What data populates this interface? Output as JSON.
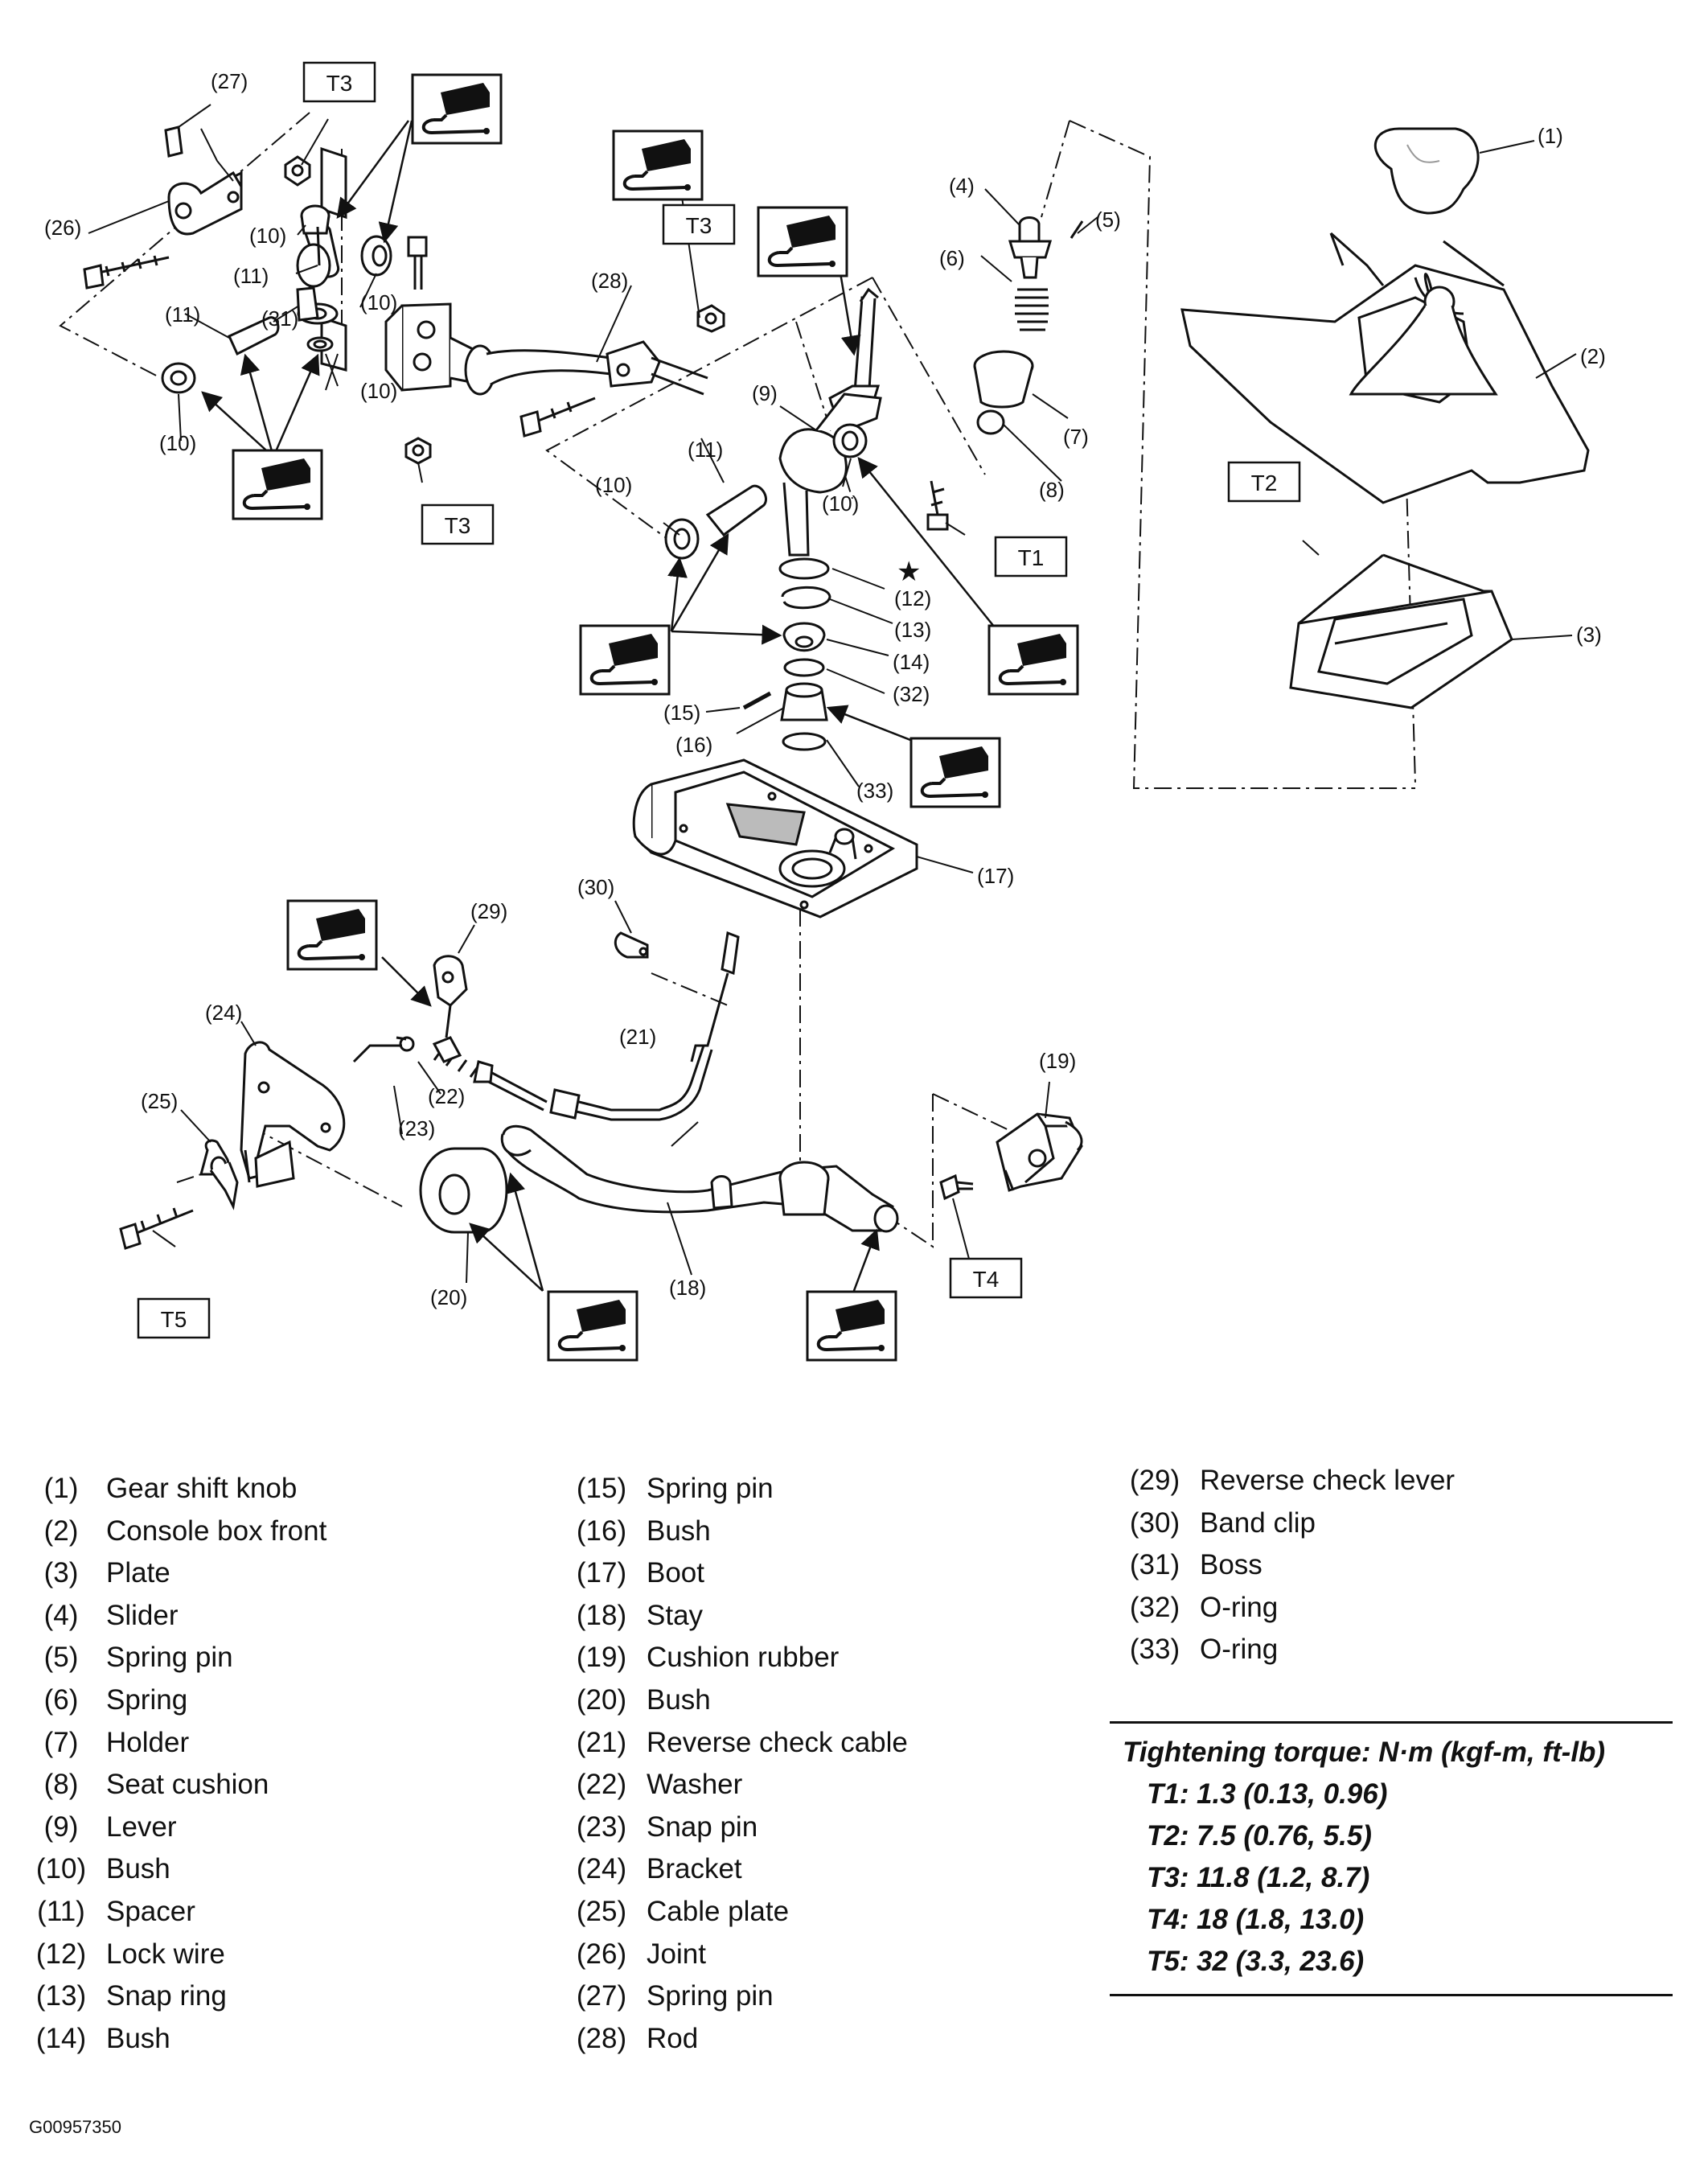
{
  "figure_code": "G00957350",
  "lube_icon_count_label": "",
  "callouts": {
    "c1": "(1)",
    "c2": "(2)",
    "c3": "(3)",
    "c4": "(4)",
    "c5": "(5)",
    "c6": "(6)",
    "c7": "(7)",
    "c8": "(8)",
    "c9": "(9)",
    "c10a": "(10)",
    "c10b": "(10)",
    "c10c": "(10)",
    "c10d": "(10)",
    "c10e": "(10)",
    "c10f": "(10)",
    "c11a": "(11)",
    "c11b": "(11)",
    "c11c": "(11)",
    "c12": "(12)",
    "c13": "(13)",
    "c14": "(14)",
    "c15": "(15)",
    "c16": "(16)",
    "c17": "(17)",
    "c18": "(18)",
    "c19": "(19)",
    "c20": "(20)",
    "c21": "(21)",
    "c22": "(22)",
    "c23": "(23)",
    "c24": "(24)",
    "c25": "(25)",
    "c26": "(26)",
    "c27": "(27)",
    "c28": "(28)",
    "c29": "(29)",
    "c30": "(30)",
    "c31": "(31)",
    "c32": "(32)",
    "c33": "(33)",
    "star": "★"
  },
  "torque_boxes": {
    "t1": "T1",
    "t2": "T2",
    "t3a": "T3",
    "t3b": "T3",
    "t3c": "T3",
    "t4": "T4",
    "t5": "T5"
  },
  "legend": [
    {
      "num": "(1)",
      "label": "Gear shift knob"
    },
    {
      "num": "(2)",
      "label": "Console box front"
    },
    {
      "num": "(3)",
      "label": "Plate"
    },
    {
      "num": "(4)",
      "label": "Slider"
    },
    {
      "num": "(5)",
      "label": "Spring pin"
    },
    {
      "num": "(6)",
      "label": "Spring"
    },
    {
      "num": "(7)",
      "label": "Holder"
    },
    {
      "num": "(8)",
      "label": "Seat cushion"
    },
    {
      "num": "(9)",
      "label": "Lever"
    },
    {
      "num": "(10)",
      "label": "Bush"
    },
    {
      "num": "(11)",
      "label": "Spacer"
    },
    {
      "num": "(12)",
      "label": "Lock wire"
    },
    {
      "num": "(13)",
      "label": "Snap ring"
    },
    {
      "num": "(14)",
      "label": "Bush"
    },
    {
      "num": "(15)",
      "label": "Spring pin"
    },
    {
      "num": "(16)",
      "label": "Bush"
    },
    {
      "num": "(17)",
      "label": "Boot"
    },
    {
      "num": "(18)",
      "label": "Stay"
    },
    {
      "num": "(19)",
      "label": "Cushion rubber"
    },
    {
      "num": "(20)",
      "label": "Bush"
    },
    {
      "num": "(21)",
      "label": "Reverse check cable"
    },
    {
      "num": "(22)",
      "label": "Washer"
    },
    {
      "num": "(23)",
      "label": "Snap pin"
    },
    {
      "num": "(24)",
      "label": "Bracket"
    },
    {
      "num": "(25)",
      "label": "Cable plate"
    },
    {
      "num": "(26)",
      "label": "Joint"
    },
    {
      "num": "(27)",
      "label": "Spring pin"
    },
    {
      "num": "(28)",
      "label": "Rod"
    },
    {
      "num": "(29)",
      "label": "Reverse check lever"
    },
    {
      "num": "(30)",
      "label": "Band clip"
    },
    {
      "num": "(31)",
      "label": "Boss"
    },
    {
      "num": "(32)",
      "label": "O-ring"
    },
    {
      "num": "(33)",
      "label": "O-ring"
    }
  ],
  "torque": {
    "title": "Tightening torque: N·m (kgf-m, ft-lb)",
    "rows": [
      {
        "key": "T1:",
        "value": "1.3 (0.13, 0.96)"
      },
      {
        "key": "T2:",
        "value": "7.5 (0.76, 5.5)"
      },
      {
        "key": "T3:",
        "value": "11.8 (1.2, 8.7)"
      },
      {
        "key": "T4:",
        "value": "18 (1.8, 13.0)"
      },
      {
        "key": "T5:",
        "value": "32 (3.3, 23.6)"
      }
    ]
  }
}
